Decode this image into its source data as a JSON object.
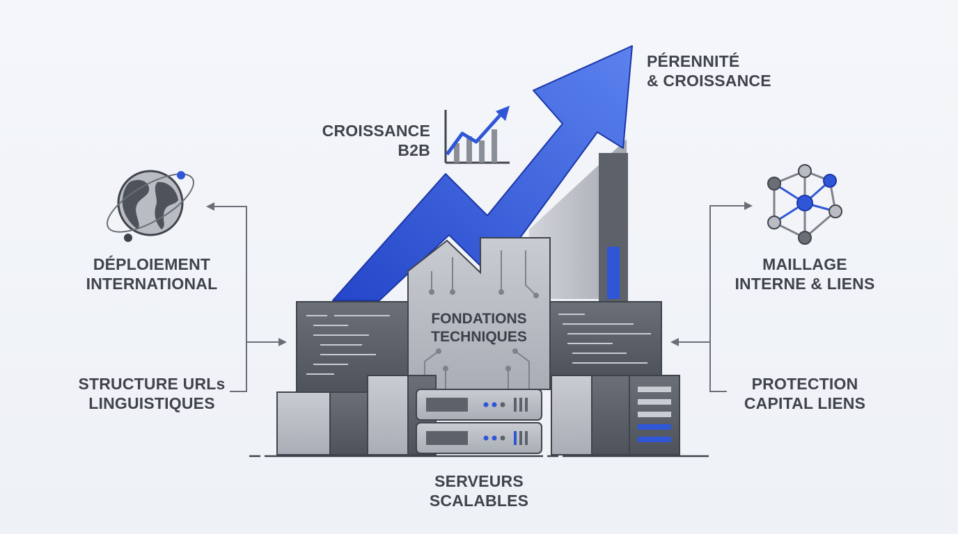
{
  "labels": {
    "perennite": [
      "PÉRENNITÉ",
      "& CROISSANCE"
    ],
    "croissance_b2b": [
      "CROISSANCE",
      "B2B"
    ],
    "deploiement": [
      "DÉPLOIEMENT",
      "INTERNATIONAL"
    ],
    "structure_urls": [
      "STRUCTURE URLs",
      "LINGUISTIQUES"
    ],
    "maillage": [
      "MAILLAGE",
      "INTERNE & LIENS"
    ],
    "protection": [
      "PROTECTION",
      "CAPITAL LIENS"
    ],
    "serveurs": [
      "SERVEURS",
      "SCALABLES"
    ],
    "fondations": [
      "FONDATIONS",
      "TECHNIQUES"
    ]
  },
  "icons": [
    "globe-icon",
    "network-icon",
    "growth-chart-icon",
    "server-rack-icon",
    "growth-arrow-icon"
  ],
  "colors": {
    "accent_blue": "#2f56d6",
    "text": "#3f434b",
    "block_dark": "#5a5e66",
    "block_light": "#b9bcc3",
    "line": "#6a6e76"
  }
}
